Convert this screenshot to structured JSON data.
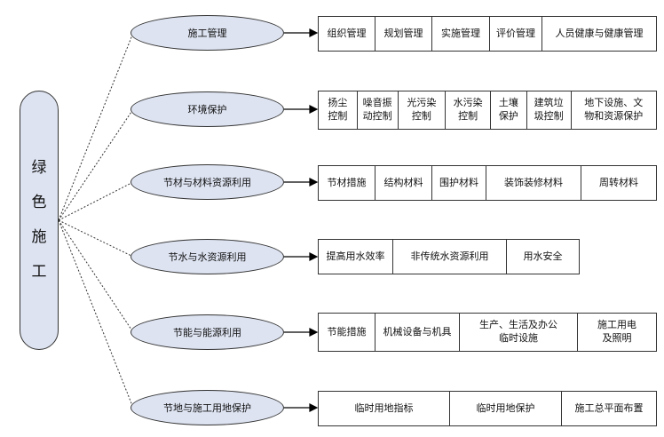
{
  "root": {
    "chars": [
      "绿",
      "色",
      "施",
      "工"
    ]
  },
  "categories": [
    {
      "label": "施工管理",
      "items": [
        "组织管理",
        "规划管理",
        "实施管理",
        "评价管理",
        "人员健康与健康管理"
      ]
    },
    {
      "label": "环境保护",
      "items": [
        "扬尘\n控制",
        "噪音振\n动控制",
        "光污染\n控制",
        "水污染\n控制",
        "土壤\n保护",
        "建筑垃\n圾控制",
        "地下设施、文\n物和资源保护"
      ]
    },
    {
      "label": "节材与材料资源利用",
      "items": [
        "节材措施",
        "结构材料",
        "围护材料",
        "装饰装修材料",
        "周转材料"
      ]
    },
    {
      "label": "节水与水资源利用",
      "items": [
        "提高用水效率",
        "非传统水资源利用",
        "用水安全"
      ]
    },
    {
      "label": "节能与能源利用",
      "items": [
        "节能措施",
        "机械设备与机具",
        "生产、生活及办公\n临时设施",
        "施工用电\n及照明"
      ]
    },
    {
      "label": "节地与施工用地保护",
      "items": [
        "临时用地指标",
        "临时用地保护",
        "施工总平面布置"
      ]
    }
  ]
}
